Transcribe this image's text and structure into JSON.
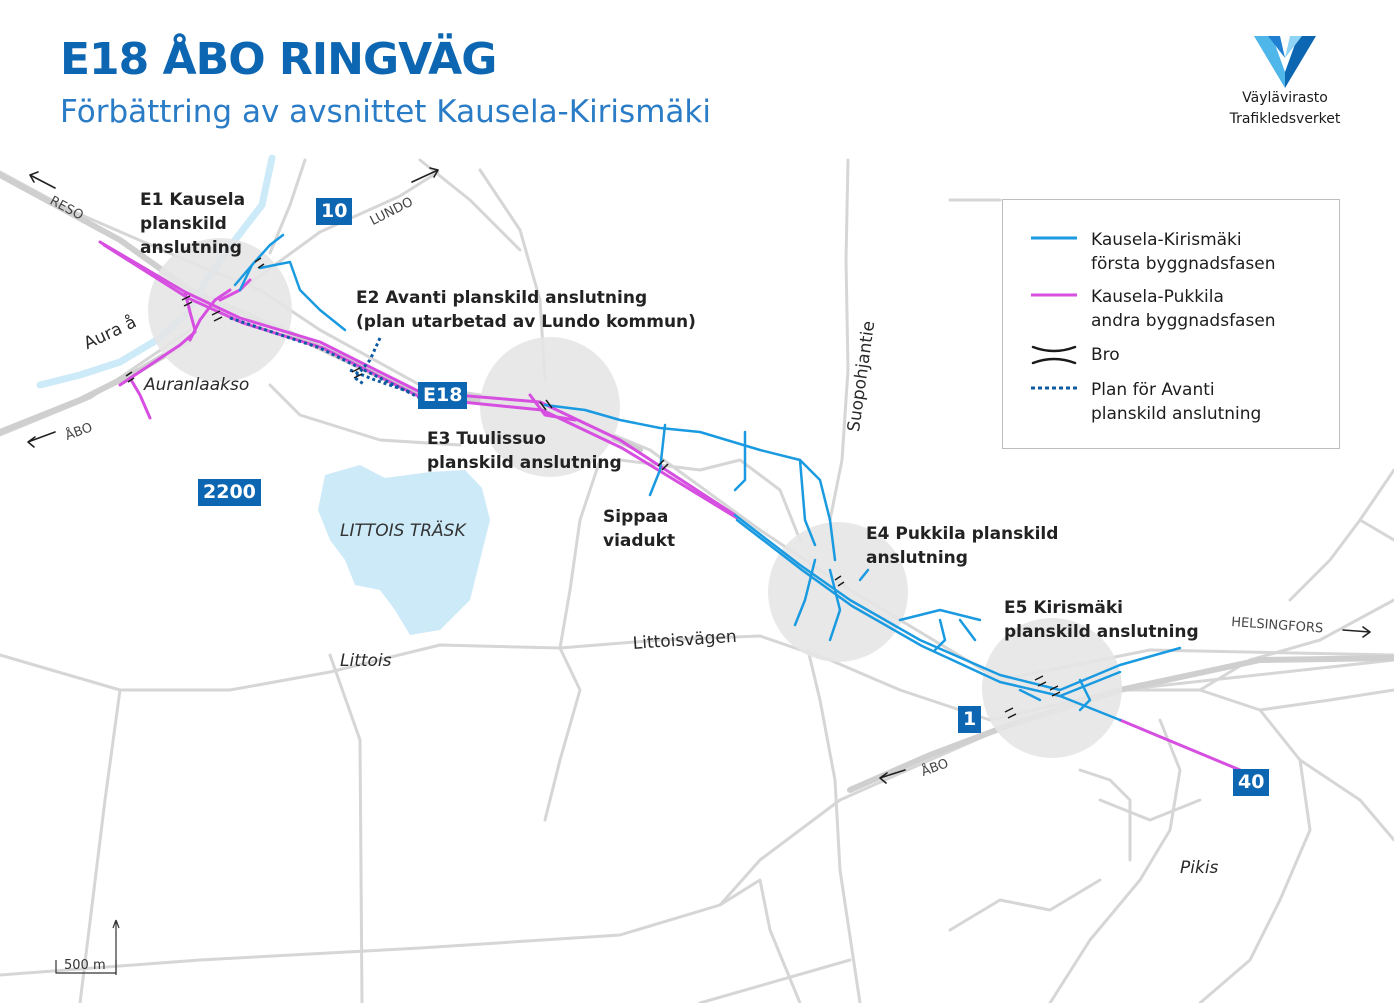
{
  "header": {
    "title": "E18 ÅBO RINGVÄG",
    "subtitle": "Förbättring av avsnittet Kausela-Kirismäki"
  },
  "logo": {
    "line1": "Väylävirasto",
    "line2": "Trafikledsverket",
    "colors": {
      "light": "#4fb6e9",
      "dark": "#0d66b1"
    }
  },
  "legend": {
    "items": [
      {
        "line1": "Kausela-Kirismäki",
        "line2": "första byggnadsfasen",
        "symbol": "blue-line",
        "color": "#1a9ae0"
      },
      {
        "line1": "Kausela-Pukkila",
        "line2": "andra byggnadsfasen",
        "symbol": "magenta-line",
        "color": "#d64fe0"
      },
      {
        "line1": "Bro",
        "line2": "",
        "symbol": "bridge-icon",
        "color": "#1a1a1a"
      },
      {
        "line1": "Plan för Avanti",
        "line2": "planskild anslutning",
        "symbol": "dotted-line",
        "color": "#0d5aa0"
      }
    ]
  },
  "junctions": {
    "e1": {
      "line1": "E1 Kausela",
      "line2": "planskild",
      "line3": "anslutning"
    },
    "e2": {
      "line1": "E2 Avanti planskild anslutning",
      "line2": "(plan utarbetad av Lundo kommun)"
    },
    "e3": {
      "line1": "E3 Tuulissuo",
      "line2": "planskild anslutning"
    },
    "sippaa": {
      "line1": "Sippaa",
      "line2": "viadukt"
    },
    "e4": {
      "line1": "E4 Pukkila planskild",
      "line2": "anslutning"
    },
    "e5": {
      "line1": "E5 Kirismäki",
      "line2": "planskild anslutning"
    }
  },
  "places": {
    "aura": "Aura å",
    "auranlaakso": "Auranlaakso",
    "littois_trask": "LITTOIS TRÄSK",
    "littois": "Littois",
    "littoisvagen": "Littoisvägen",
    "suopohjantie": "Suopohjantie",
    "pikis": "Pikis"
  },
  "directions": {
    "reso": "RESO",
    "lundo": "LUNDO",
    "abo_west": "ÅBO",
    "abo_south": "ÅBO",
    "helsingfors": "HELSINGFORS"
  },
  "road_numbers": {
    "r10": "10",
    "e18": "E18",
    "r2200": "2200",
    "r1": "1",
    "r40": "40"
  },
  "scale": {
    "label": "500 m"
  },
  "colors": {
    "phase1": "#1a9ae0",
    "phase2": "#d64fe0",
    "plan": "#0d5aa0",
    "road": "#d4d4d4",
    "water": "#cdeaf8",
    "shield": "#0d66b1",
    "junction_area": "#e6e6e6"
  }
}
